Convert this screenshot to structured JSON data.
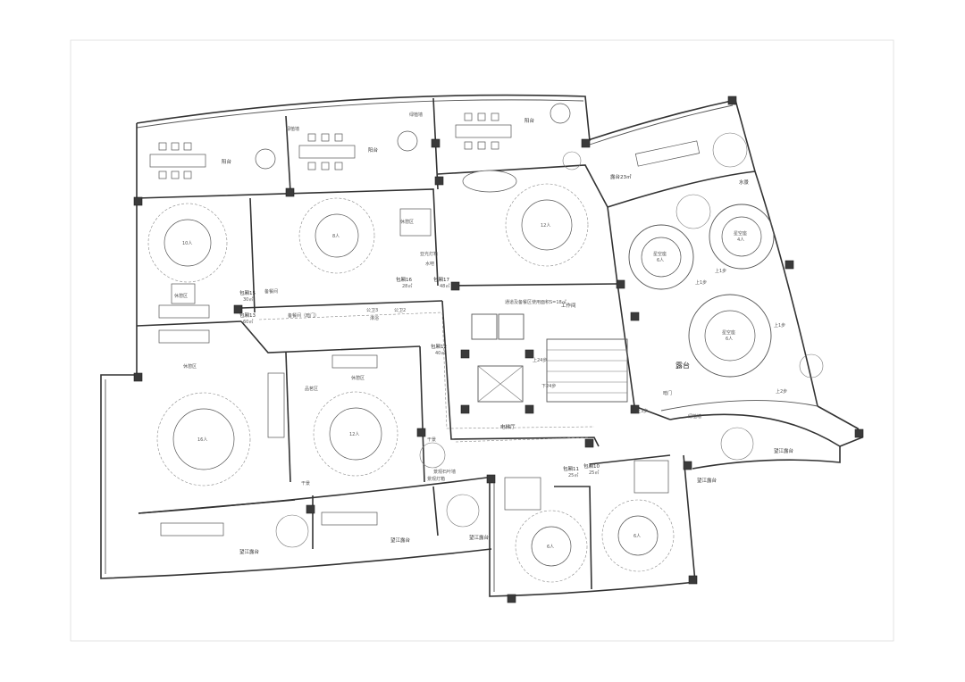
{
  "labels": {
    "balcony_1": "阳台",
    "balcony_2": "阳台",
    "balcony_3": "阳台",
    "green_wall_1": "绿植墙",
    "green_wall_2": "绿植墙",
    "green_wall_3": "绿植墙",
    "terrace_23": "露台23㎡",
    "water_feature": "水景",
    "terrace": "露台",
    "river_terrace_1": "望江露台",
    "river_terrace_2": "望江露台",
    "river_terrace_3": "望江露台",
    "rest_area_1": "休憩区",
    "rest_area_2": "休憩区",
    "rest_area_3": "休憩区",
    "room_15": "包厢15",
    "room_15_area": "30㎡",
    "room_13": "包厢13",
    "room_13_area": "60㎡",
    "room_16": "包厢16",
    "room_16_area": "28㎡",
    "room_17": "包厢17",
    "room_17_area": "48㎡",
    "room_12": "包厢12",
    "room_12_area": "40㎡",
    "room_11": "包厢11",
    "room_11_area": "25㎡",
    "room_10": "包厢10",
    "room_10_area": "25㎡",
    "prep_room_1": "备餐间",
    "prep_room_2": "备餐间（暗门）",
    "public_wc_3": "公卫3",
    "public_wc_2": "公卫2",
    "shower": "淋浴",
    "sunlight_lamp": "亚光灯箱",
    "water_bar": "水吧",
    "tea_area": "品茗区",
    "aisle_note": "通道及备餐区使用面积S=18㎡",
    "work_room": "工作间",
    "up_24": "上24步",
    "down_24": "下24步",
    "up_3": "上3步",
    "elevator_hall": "电梯厅",
    "hidden_door": "暗门",
    "dry_bar": "干景",
    "landscape_lamp": "景观灯箱",
    "display_wall": "景观石叶墙",
    "seats_10": "10人",
    "seats_8": "8人",
    "seats_12a": "12人",
    "seats_16": "16人",
    "seats_12b": "12人",
    "seats_6a": "6人",
    "seats_6b": "6人",
    "cabin_1": "星空座",
    "cabin_1_seats": "6人",
    "cabin_2": "星空座",
    "cabin_2_seats": "4人",
    "cabin_3": "星空座",
    "cabin_3_seats": "6人",
    "up_1_a": "上1步",
    "up_1_b": "上1步",
    "up_1_c": "上1步",
    "up_2": "上2步"
  }
}
